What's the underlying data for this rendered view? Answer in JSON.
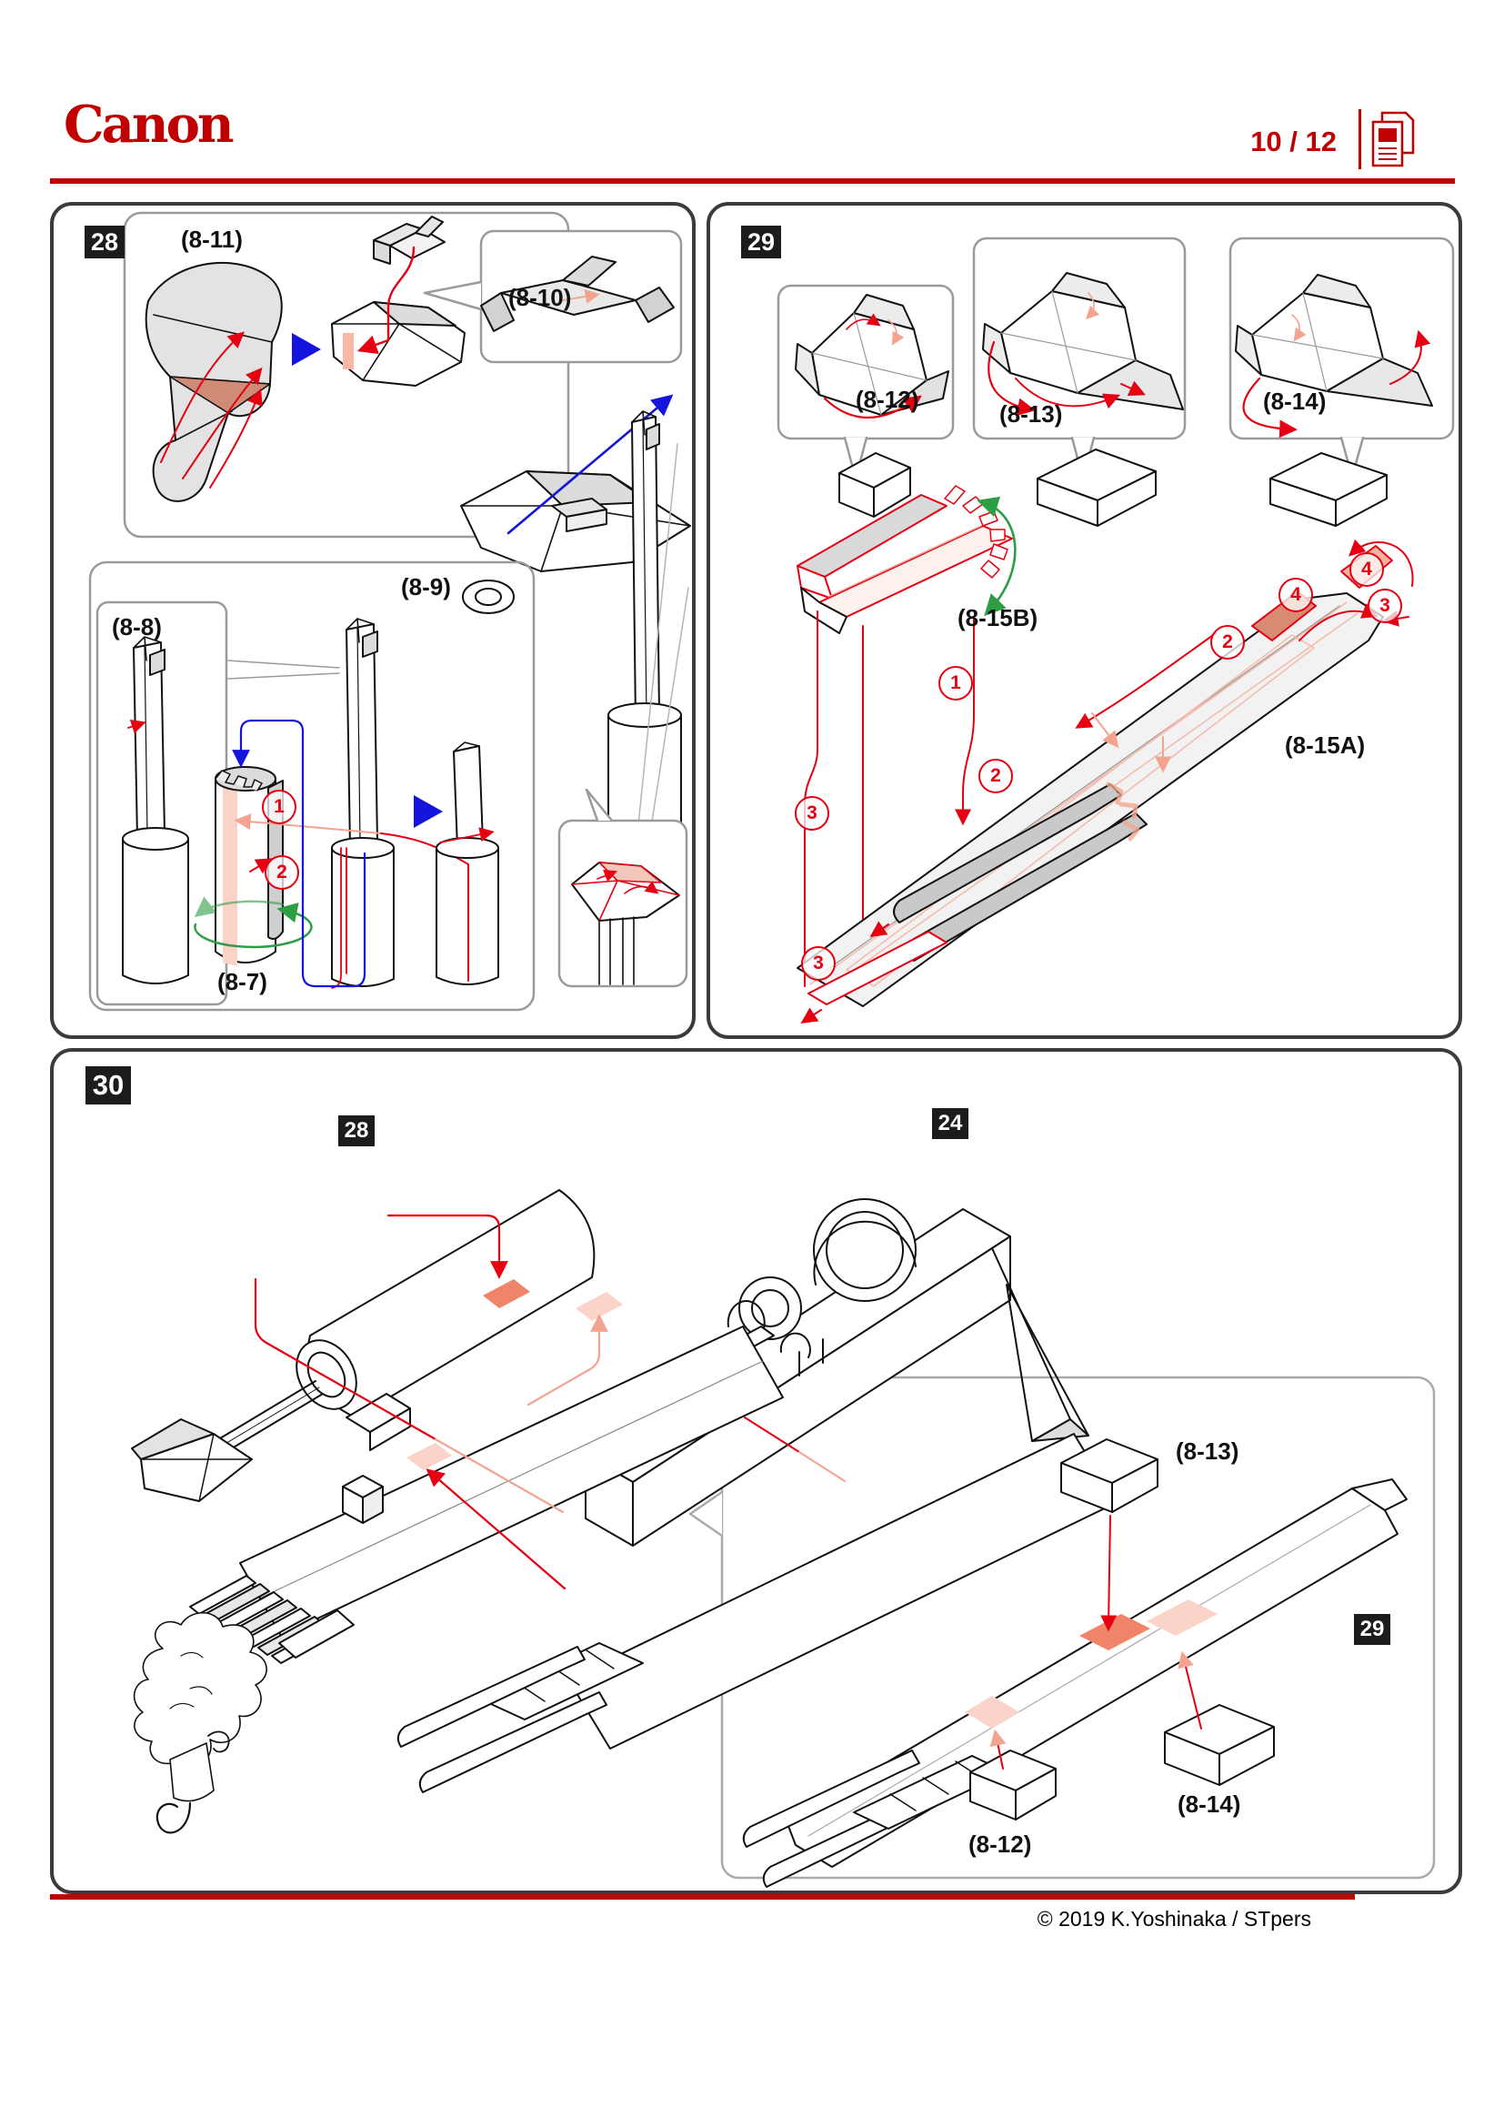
{
  "header": {
    "brand": "Canon",
    "page_indicator": "10 / 12",
    "pages_icon": "pages-icon"
  },
  "colors": {
    "brand_red": "#c00000",
    "diagram_red": "#e60012",
    "highlight_salmon": "#f08468",
    "highlight_salmon_light": "#fbd3c8",
    "rotation_green": "#2e9e44",
    "assembly_blue": "#1414dc",
    "panel_border": "#3b3b3b",
    "subpanel_border": "#9a9a9a"
  },
  "step28": {
    "badge": "28",
    "labels": {
      "p8_11": "(8-11)",
      "p8_10": "(8-10)",
      "p8_9": "(8-9)",
      "p8_8": "(8-8)",
      "p8_7": "(8-7)"
    },
    "markers": {
      "c1": "1",
      "c2": "2"
    }
  },
  "step29": {
    "badge": "29",
    "labels": {
      "p8_12": "(8-12)",
      "p8_13": "(8-13)",
      "p8_14": "(8-14)",
      "p8_15b": "(8-15B)",
      "p8_15a": "(8-15A)"
    },
    "markers": {
      "c1": "1",
      "c2_boom": "2",
      "c2_lower": "2",
      "c3_left": "3",
      "c3_bottom": "3",
      "c3_right": "3",
      "c4_mid": "4",
      "c4_right": "4"
    }
  },
  "step30": {
    "badge": "30",
    "ref_badges": {
      "cylinder": "28",
      "carrier": "24",
      "boom": "29"
    },
    "labels": {
      "p8_13": "(8-13)",
      "p8_14": "(8-14)",
      "p8_12": "(8-12)"
    }
  },
  "footer": {
    "copyright": "© 2019 K.Yoshinaka / STpers"
  }
}
